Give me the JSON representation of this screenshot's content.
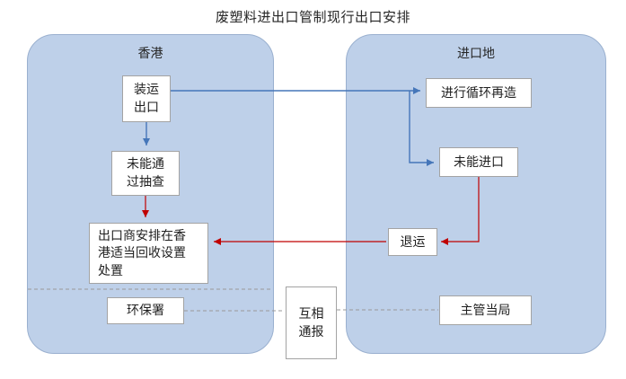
{
  "title": "废塑料进出口管制现行出口安排",
  "regions": {
    "hongkong": {
      "label": "香港"
    },
    "import_place": {
      "label": "进口地"
    }
  },
  "nodes": {
    "ship_export": "装运\n出口",
    "fail_inspection": "未能通\n过抽查",
    "exporter_arrange": "出口商安排在香\n港适当回收设置\n处置",
    "epd": "环保署",
    "recycle": "进行循环再造",
    "fail_import": "未能进口",
    "return_shipment": "退运",
    "authority": "主管当局",
    "mutual_notify": "互相\n通报"
  },
  "colors": {
    "container_fill": "#bed0e9",
    "container_border": "#9ab0cf",
    "box_border": "#a3a3a3",
    "blue_arrow": "#4576b9",
    "red_arrow": "#c00000",
    "dashed_line": "#999999"
  }
}
